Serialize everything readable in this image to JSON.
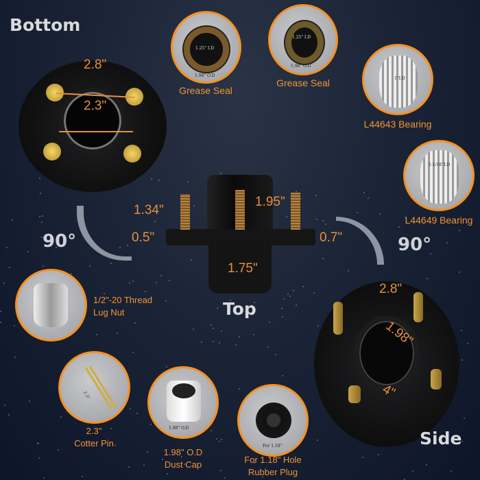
{
  "views": {
    "bottom": "Bottom",
    "top": "Top",
    "side": "Side"
  },
  "rotation": {
    "left": "90°",
    "right": "90°"
  },
  "bottom_dims": {
    "bolt": "2.8\"",
    "bore": "2.3\""
  },
  "top_dims": {
    "stud": "1.34\"",
    "cap": "1.95\"",
    "flange_left": "0.5\"",
    "flange_right": "0.7\"",
    "body": "1.75\""
  },
  "side_dims": {
    "bolt": "2.8\"",
    "bore": "1.98\"",
    "diameter": "4\""
  },
  "parts": [
    {
      "label": "Grease Seal",
      "id_text": "1.25\" I.D",
      "od_text": "1.98\" O.D"
    },
    {
      "label": "Grease Seal",
      "id_text": "1.25\" I.D",
      "od_text": "1.98\" O.D"
    },
    {
      "label": "L44643 Bearing",
      "id_text": "1\"I.D"
    },
    {
      "label": "L44649 Bearing",
      "id_text": "1-1/16\"I.D"
    },
    {
      "label_line1": "1/2\"-20 Thread",
      "label_line2": "Lug Nut"
    },
    {
      "label_line1": "2.3\"",
      "label_line2": "Cotter Pin",
      "inner_text": "2.3\""
    },
    {
      "label_line1": "1.98\" O.D",
      "label_line2": "Dust Cap",
      "inner_text": "1.98\" O.D"
    },
    {
      "label_line1": "For 1.18\" Hole",
      "label_line2": "Rubber Plug",
      "inner_text": "For 1.18\""
    }
  ],
  "colors": {
    "accent": "#f7901e",
    "background": "#1b2436",
    "text_light": "#d9dadc"
  }
}
